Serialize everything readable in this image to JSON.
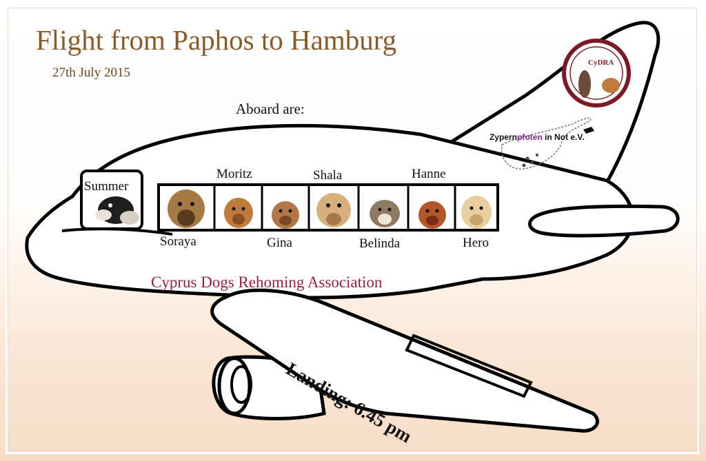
{
  "header": {
    "title": "Flight from Paphos to Hamburg",
    "date": "27th July 2015"
  },
  "aboard_label": "Aboard are:",
  "dogs": {
    "cockpit": "Summer",
    "top_row": [
      "Moritz",
      "Shala",
      "Hanne"
    ],
    "bottom_row": [
      "Soraya",
      "Gina",
      "Belinda",
      "Hero"
    ]
  },
  "organization": "Cyprus Dogs Rehoming Association",
  "landing": "Landing: 6.45 pm",
  "logos": {
    "cydra": "CyDRA",
    "zyp_part1": "Zypern",
    "zyp_part2": "pfoten",
    "zyp_part3": " in Not e.V."
  },
  "colors": {
    "title": "#8b5a2b",
    "organization": "#9b1c3a",
    "outline": "#000000"
  }
}
